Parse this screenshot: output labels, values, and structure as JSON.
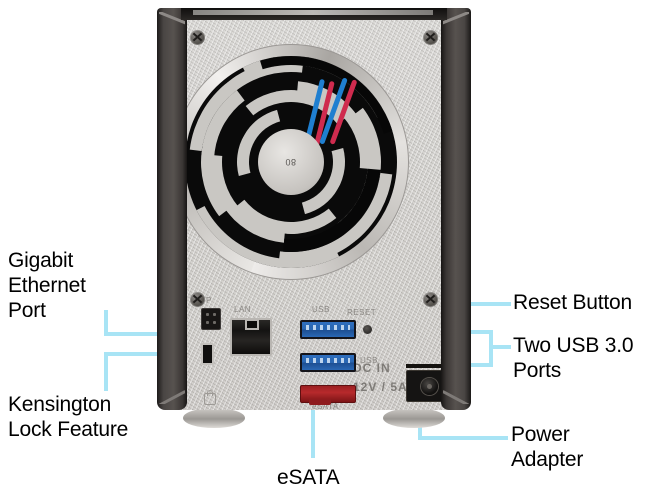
{
  "figure": {
    "subject": "Network attached storage rear panel",
    "accent_color": "#a8e4f5",
    "callouts": [
      {
        "id": "gigabit-ethernet-port",
        "text": "Gigabit\nEthernet\nPort",
        "side": "left"
      },
      {
        "id": "kensington-lock-feature",
        "text": "Kensington\nLock Feature",
        "side": "left"
      },
      {
        "id": "reset-button",
        "text": "Reset Button",
        "side": "right"
      },
      {
        "id": "two-usb-ports",
        "text": "Two USB 3.0\nPorts",
        "side": "right"
      },
      {
        "id": "power-adapter",
        "text": "Power\nAdapter",
        "side": "right"
      },
      {
        "id": "esata",
        "text": "eSATA",
        "side": "bottom"
      }
    ]
  },
  "device": {
    "silkscreen": {
      "jumper": "P",
      "lan": "LAN",
      "usb_top": "USB",
      "usb_bottom": "USB",
      "reset": "RESET",
      "dc_in": "DC IN",
      "dc_rating": "12V / 5A",
      "esata": "eSATA",
      "fan_hub": "80"
    }
  }
}
